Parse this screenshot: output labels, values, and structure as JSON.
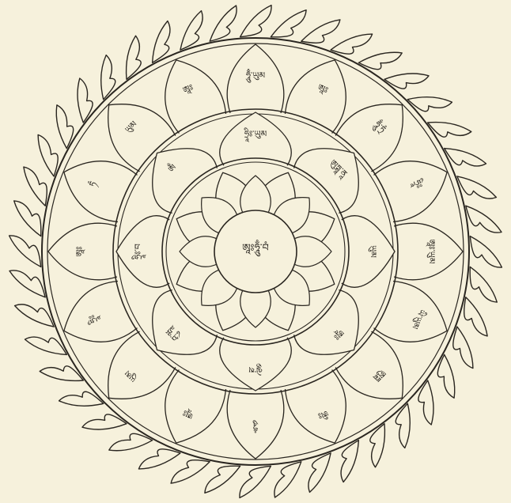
{
  "mandala": {
    "center_inscription": "ཨཱཿཧཱུྃ་བཾ",
    "inner_ring_petal_labels": [
      "ཧྲཱིཿ་ཡུམ",
      "ཨུཏྶཱ་ནཱ",
      "ཡུམ",
      "ཨཱཿ",
      "ལྕེ་ས",
      "ཤུ་ཝཱ",
      "ཧྲཱིཿ་བ",
      "ཨྃ"
    ],
    "outer_ring_petal_labels": [
      "ཧཱུྃ་ཡུམ",
      "ཨཱཿ",
      "ཧཱུྃ་ཏྲཾ",
      "ཧྲཱིཿ",
      "ཨཱཿ་ཡུམ",
      "ཡི་ཡུམ",
      "ཨུཏྶ",
      "ཨིཿ",
      "ཧཱུཾ",
      "ཨཱཿ",
      "ཡུམ",
      "ཧྲཱིཿ",
      "ཨཱཿ",
      "ཏཾ",
      "ཡུམ",
      "ཨཱཿ"
    ],
    "colors": {
      "paper": "#f6f1dc",
      "ink": "#2a2620"
    }
  }
}
